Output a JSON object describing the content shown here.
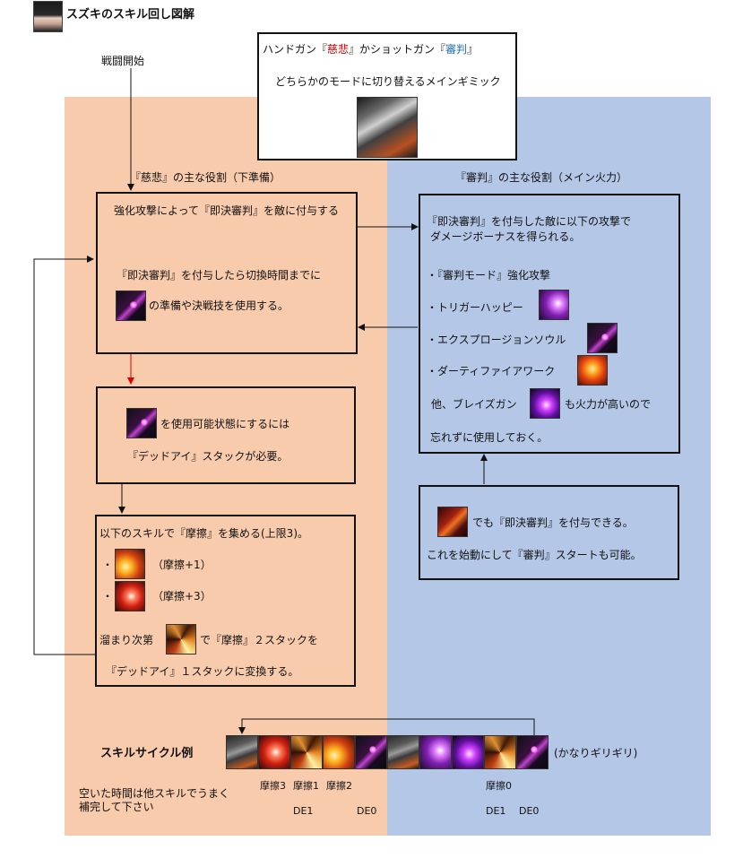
{
  "header": {
    "title": "スズキのスキル回し図解"
  },
  "start_label": "戦闘開始",
  "mode_box": {
    "line1_a": "ハンドガン『",
    "line1_b": "慈悲",
    "line1_c": "』かショットガン『",
    "line1_d": "審判",
    "line1_e": "』",
    "line2": "どちらかのモードに切り替えるメインギミック"
  },
  "left_role": "『慈悲』の主な役割（下準備）",
  "right_role": "『審判』の主な役割（メイン火力）",
  "box_a": {
    "line1": "強化攻撃によって『即決審判』を敵に付与する",
    "line2": "『即決審判』を付与したら切換時間までに",
    "line3": "の準備や決戦技を使用する。"
  },
  "box_b": {
    "line1": "を使用可能状態にするには",
    "line2": "『デッドアイ』スタックが必要。"
  },
  "box_c": {
    "line1": "以下のスキルで『摩擦』を集める(上限3)。",
    "bullet1_dot": "・",
    "bullet1": "（摩擦+1）",
    "bullet2_dot": "・",
    "bullet2": "（摩擦+3）",
    "line4_a": "溜まり次第",
    "line4_b": "で『摩擦』２スタックを",
    "line5": "『デッドアイ』１スタックに変換する。"
  },
  "box_d": {
    "line1": "『即決審判』を付与した敵に以下の攻撃で",
    "line2": "ダメージボーナスを得られる。",
    "item1": "・『審判モード』強化攻撃",
    "item2": "・トリガーハッピー",
    "item3": "・エクスプロージョンソウル",
    "item4": "・ダーティファイアワーク",
    "line7_a": "他、ブレイズガン",
    "line7_b": "も火力が高いので",
    "line8": "忘れずに使用しておく。"
  },
  "box_e": {
    "line1": "でも『即決審判』を付与できる。",
    "line2": "これを始動にして『審判』スタートも可能。"
  },
  "cycle": {
    "title": "スキルサイクル例",
    "note": "(かなりギリギリ)",
    "hint1": "空いた時間は他スキルでうまく",
    "hint2": "補完して下さい",
    "labels_top": [
      "摩擦3",
      "摩擦1",
      "摩擦2",
      "摩擦0"
    ],
    "labels_bottom": [
      "DE1",
      "DE0",
      "DE1",
      "DE0"
    ],
    "icons": [
      "gun-icon",
      "fire-burst-icon",
      "swirl-icon",
      "fire-slash-icon",
      "dead-eye-icon",
      "gun-icon",
      "trigger-happy-icon",
      "blaze-gun-icon",
      "swirl-icon",
      "dead-eye-icon"
    ]
  }
}
